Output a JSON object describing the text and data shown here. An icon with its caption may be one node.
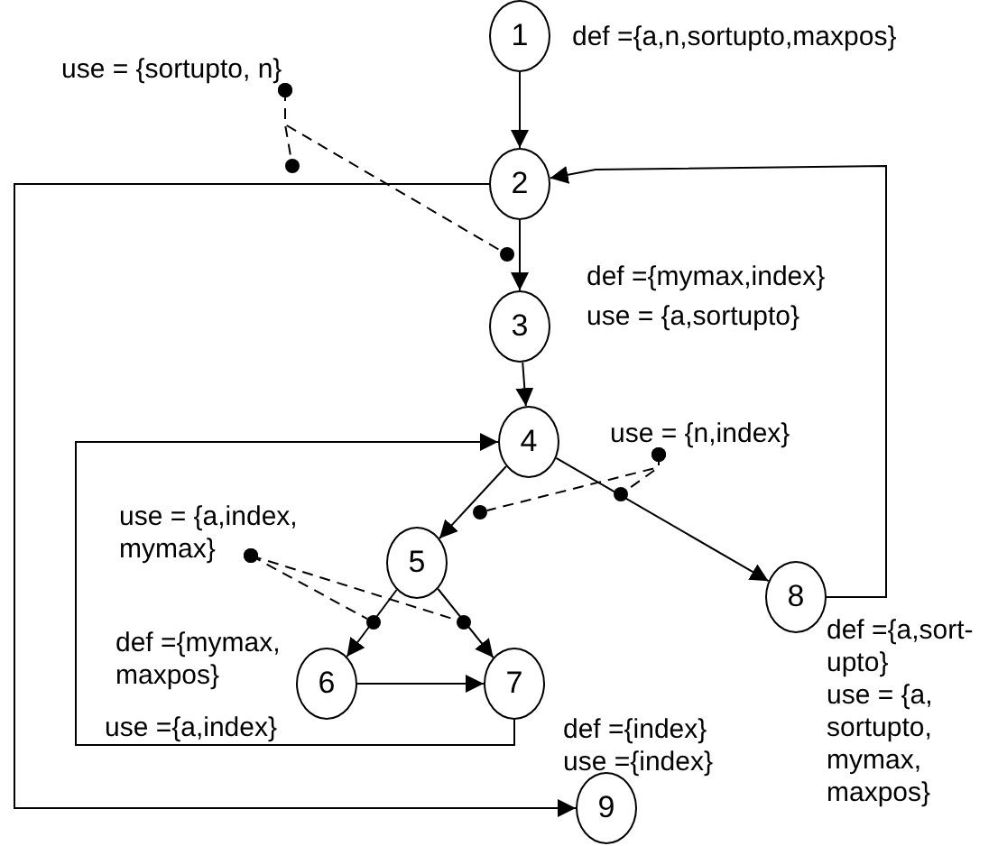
{
  "diagram": {
    "nodes": [
      {
        "text": [
          "1"
        ],
        "beside": [
          "def ={a,n,sortupto,maxpos}"
        ]
      },
      {
        "text": [
          "2"
        ]
      },
      {
        "text": [
          "3"
        ],
        "beside": [
          "def ={mymax,index}",
          "use = {a,sortupto}"
        ]
      },
      {
        "text": [
          "4"
        ]
      },
      {
        "text": [
          "5"
        ]
      },
      {
        "text": [
          "6"
        ],
        "beside": [
          "def ={mymax, maxpos}",
          "use ={a,index}"
        ]
      },
      {
        "text": [
          "7"
        ],
        "beside": [
          "def ={index}",
          "use ={index}"
        ]
      },
      {
        "text": [
          "8"
        ],
        "beside": [
          "def ={a,sort-upto}",
          "use = {a, sortupto, mymax, maxpos}"
        ]
      },
      {
        "text": [
          "9"
        ]
      },
      {
        "text": [
          "use = {sortupto, n}"
        ]
      },
      {
        "text": [
          "use = {n,index}"
        ]
      },
      {
        "text": [
          "use = {a,index, mymax}"
        ]
      },
      {
        "text": [],
        "shape": "circle"
      },
      {
        "text": [],
        "shape": "circle"
      },
      {
        "text": [],
        "shape": "circle"
      },
      {
        "text": [],
        "shape": "circle"
      },
      {
        "text": [],
        "shape": "circle"
      },
      {
        "text": [],
        "shape": "circle"
      }
    ],
    "edges": [
      {
        "from": 0,
        "to": 1,
        "arrow": "to"
      },
      {
        "from": 1,
        "to": 2,
        "arrow": "to"
      },
      {
        "from": 2,
        "to": 3,
        "arrow": "to"
      },
      {
        "from": 3,
        "to": 4,
        "arrow": "to"
      },
      {
        "from": 3,
        "to": 7,
        "arrow": "to"
      },
      {
        "from": 4,
        "to": 5,
        "arrow": "to"
      },
      {
        "from": 4,
        "to": 6,
        "arrow": "to"
      },
      {
        "from": 5,
        "to": 6,
        "arrow": "to"
      },
      {
        "from": 6,
        "to": 3,
        "arrow": "to"
      },
      {
        "from": 7,
        "to": 1,
        "arrow": "to"
      },
      {
        "from": 1,
        "to": 8,
        "arrow": "to"
      },
      {
        "from": 9,
        "to": 12,
        "arrow": "other",
        "style": "dashed"
      },
      {
        "from": 9,
        "to": 13,
        "arrow": "other",
        "style": "dashed"
      },
      {
        "from": 10,
        "to": 15,
        "arrow": "other",
        "style": "dashed"
      },
      {
        "from": 10,
        "to": 14,
        "arrow": "other",
        "style": "dashed"
      },
      {
        "from": 11,
        "to": 16,
        "arrow": "other",
        "style": "dashed"
      },
      {
        "from": 11,
        "to": 17,
        "arrow": "other",
        "style": "dashed"
      }
    ]
  }
}
